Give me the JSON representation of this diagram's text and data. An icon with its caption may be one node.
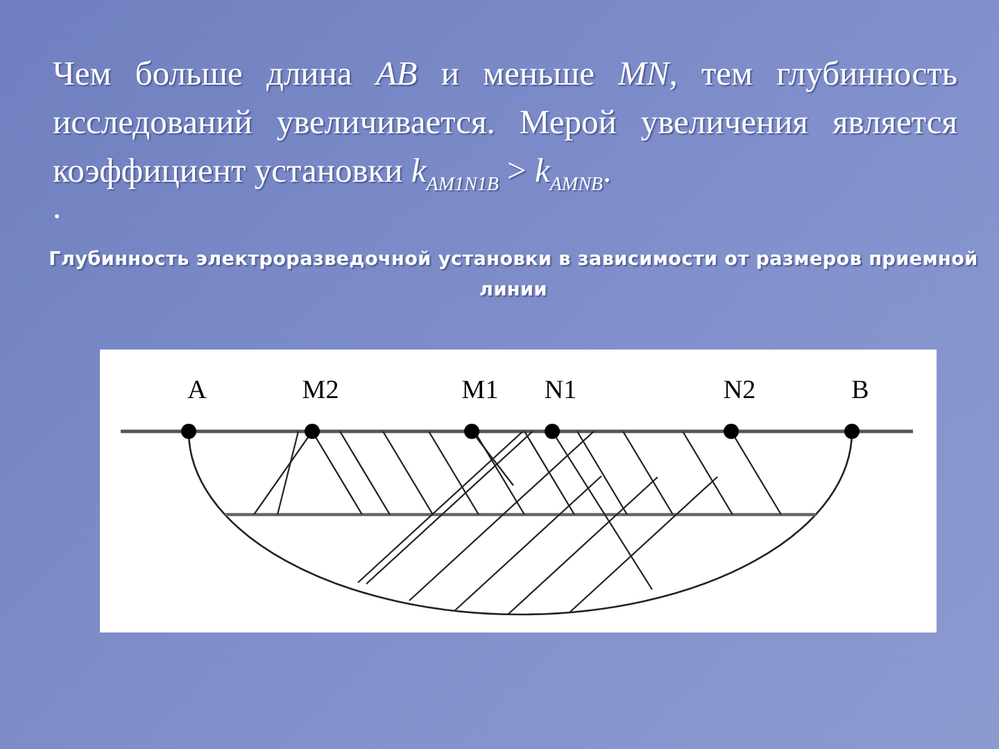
{
  "diagram": {
    "title": "Глубинность электроразведочной установки в зависимости от размеров приемной линии",
    "labels": [
      "Чем больше длина *AB* и меньше *MN*, тем глубинность исследований увеличивается. Мерой увеличения является коэффициент установки *k*$_{AM1N1B}$ > *k*$_{AMNB}$.",
      ".",
      "A",
      "M2",
      "M1",
      "N1",
      "N2",
      "B"
    ]
  }
}
